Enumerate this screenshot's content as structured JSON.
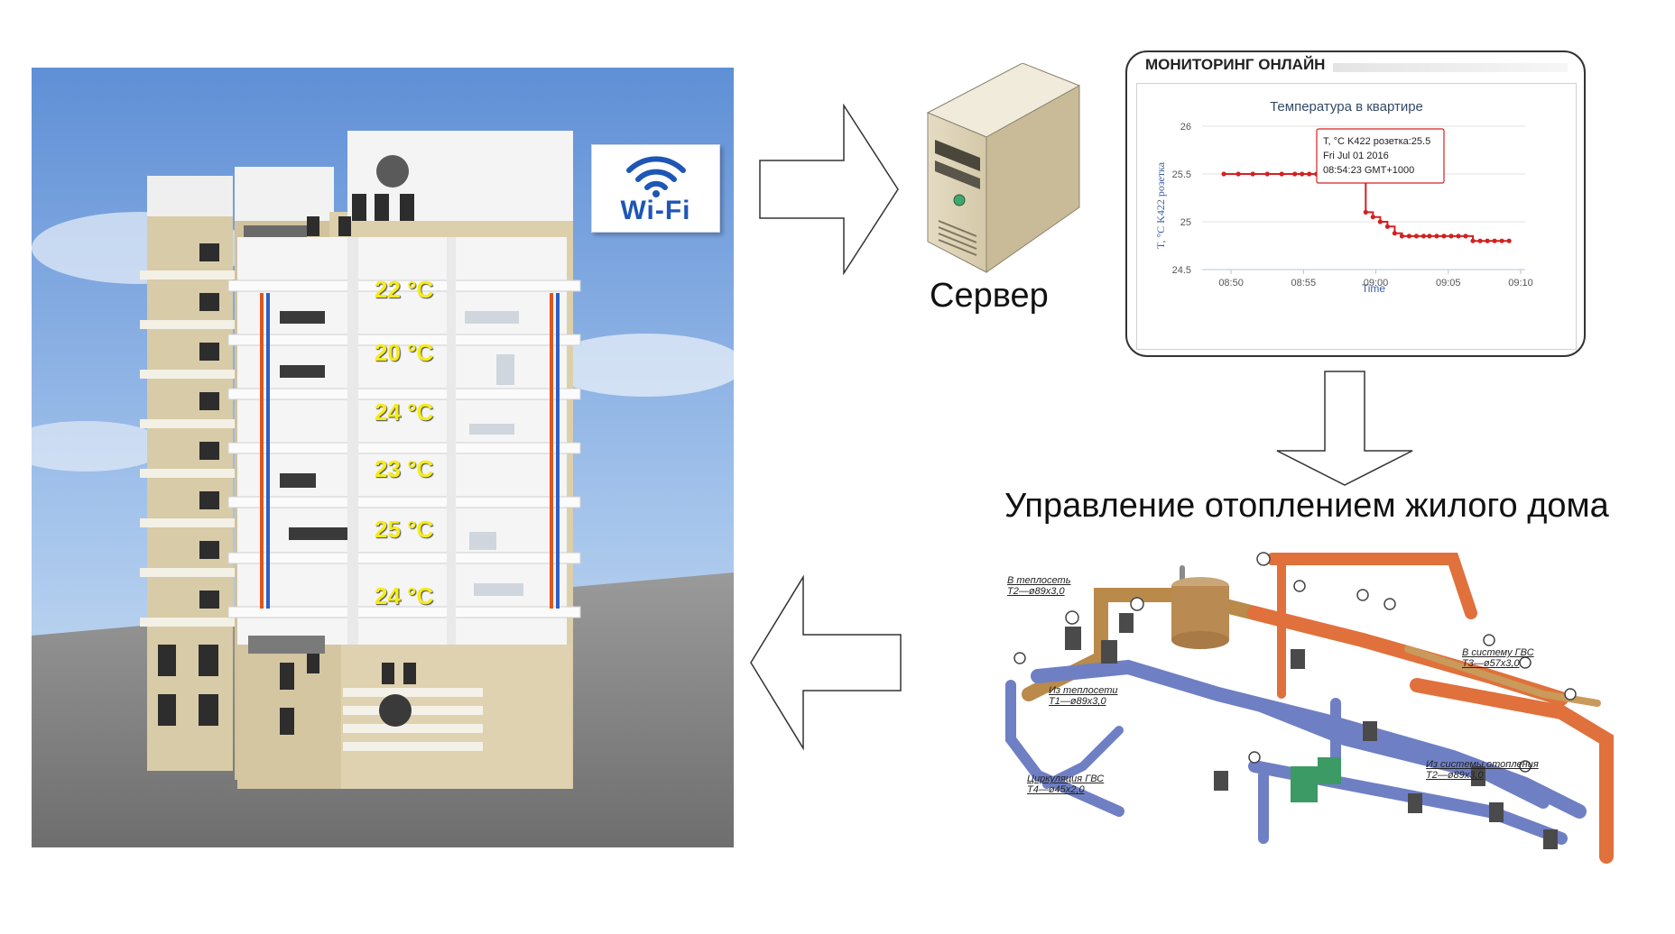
{
  "building": {
    "wifi_label": "Wi-Fi",
    "floor_temperatures": [
      "22 °C",
      "20 °C",
      "24 °C",
      "23 °C",
      "25 °C",
      "24 °C"
    ]
  },
  "server": {
    "label": "Сервер"
  },
  "monitoring": {
    "header": "МОНИТОРИНГ ОНЛАЙН",
    "tooltip": {
      "series_line": "T, °C K422 розетка:25.5",
      "date_line": "Fri Jul 01 2016",
      "time_line": "08:54:23 GMT+1000"
    }
  },
  "chart_data": {
    "type": "line",
    "title": "Температура в квартире",
    "xlabel": "Time",
    "ylabel": "T, °C K422 розетка",
    "x_ticks": [
      "08:50",
      "08:55",
      "09:00",
      "09:05",
      "09:10"
    ],
    "y_ticks": [
      "24.5",
      "25",
      "25.5",
      "26"
    ],
    "ylim": [
      24.5,
      26
    ],
    "grid": true,
    "series": [
      {
        "color": "#d42020",
        "x": [
          -0.5,
          0.5,
          1.5,
          2.5,
          3.5,
          4.4,
          4.9,
          5.4,
          5.9,
          6.4,
          6.7,
          7.2,
          7.6,
          8.0,
          8.4,
          8.8,
          9.3,
          9.8,
          10.3,
          10.8,
          11.3,
          11.8,
          12.3,
          12.8,
          13.3,
          13.7,
          14.2,
          14.7,
          15.2,
          15.7,
          16.2,
          16.7,
          17.2,
          17.7,
          18.2,
          18.7,
          19.2
        ],
        "y": [
          25.5,
          25.5,
          25.5,
          25.5,
          25.5,
          25.5,
          25.5,
          25.5,
          25.5,
          25.5,
          25.5,
          25.5,
          25.5,
          25.5,
          25.5,
          25.5,
          25.1,
          25.05,
          25.0,
          24.95,
          24.88,
          24.85,
          24.85,
          24.85,
          24.85,
          24.85,
          24.85,
          24.85,
          24.85,
          24.85,
          24.85,
          24.8,
          24.8,
          24.8,
          24.8,
          24.8,
          24.8
        ]
      }
    ]
  },
  "heating": {
    "title": "Управление отоплением жилого дома",
    "labels": {
      "to_network": [
        "В теплосеть",
        "T2—ø89x3,0"
      ],
      "from_network": [
        "Из теплосети",
        "T1—ø89x3,0"
      ],
      "dhw_circulation": [
        "Циркуляция ГВС",
        "T4—ø45x2,0"
      ],
      "to_dhw": [
        "В систему ГВС",
        "T3—ø57x3,0"
      ],
      "from_heating": [
        "Из системы отопления",
        "T2—ø89x3,0"
      ]
    }
  }
}
